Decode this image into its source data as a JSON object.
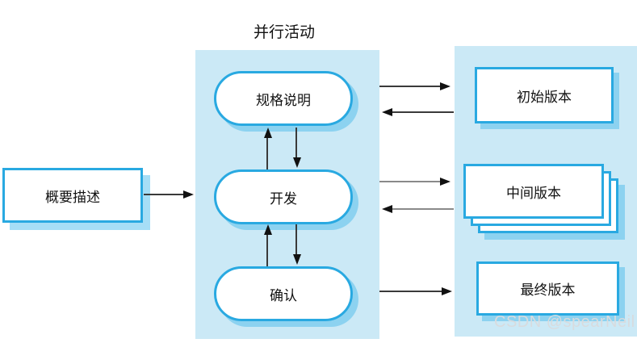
{
  "title": "并行活动",
  "watermark": "CSDN @spearNeil",
  "overview_box": {
    "label": "概要描述"
  },
  "parallel_activities": {
    "items": [
      {
        "label": "规格说明"
      },
      {
        "label": "开发"
      },
      {
        "label": "确认"
      }
    ]
  },
  "versions": {
    "items": [
      {
        "label": "初始版本",
        "stacked": false
      },
      {
        "label": "中间版本",
        "stacked": true
      },
      {
        "label": "最终版本",
        "stacked": false
      }
    ]
  },
  "colors": {
    "panel_bg": "#cbe9f6",
    "node_border": "#29a9e1",
    "node_shadow": "#8cd2f0",
    "overview_shadow": "#a6def6",
    "arrow_dark": "#3a3a3a",
    "arrow_gray": "#8a8a8a",
    "arrowhead": "#111111",
    "watermark_text": "#d8dbde"
  }
}
